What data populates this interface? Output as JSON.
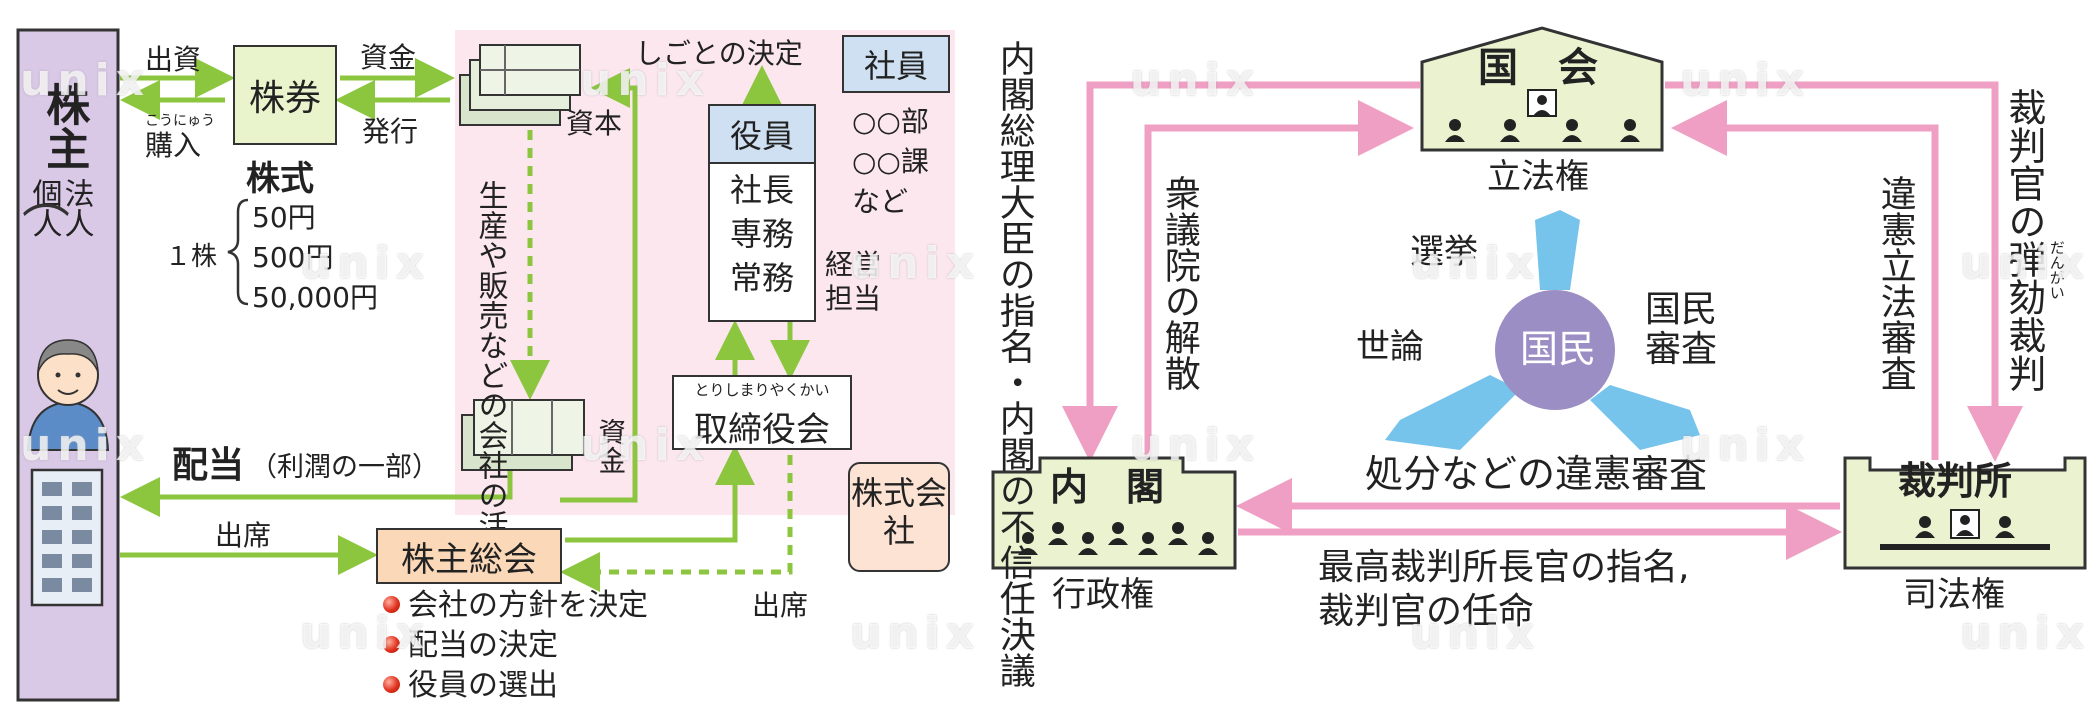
{
  "colors": {
    "green": "#8cc63f",
    "pink": "#ef9fc3",
    "pinkbg": "#fce7ef",
    "purple": "#d9c8e6",
    "lightgreen": "#e9f3cc",
    "blue": "#cfe0f2",
    "orange": "#fbd9b8",
    "peach": "#fde3d3",
    "blueTri": "#76c3ec",
    "violet": "#9b8ec4"
  },
  "left": {
    "shareholder_main": "株主",
    "shareholder_sub1": "法人",
    "shareholder_sub2": "個人",
    "invest": "出資",
    "purchase_ruby": "こうにゅう",
    "purchase": "購入",
    "stock_certificate": "株券",
    "funds_top": "資金",
    "issue": "発行",
    "shares_title": "株式",
    "per_share": "１株",
    "prices": [
      "50円",
      "500円",
      "50,000円"
    ],
    "capital": "資本",
    "activity": "生産や販売などの会社の活動",
    "work_decision": "しごとの決定",
    "employee": "社員",
    "departments": [
      "○○部",
      "○○課",
      "など"
    ],
    "officers": "役員",
    "officer_titles": [
      "社長",
      "専務",
      "常務"
    ],
    "mgmt_duty": "経営担当",
    "board_ruby": "とりしまりやくかい",
    "board": "取締役会",
    "funds_bottom": "資金",
    "dividend": "配当",
    "dividend_note": "（利潤の一部）",
    "attend_left": "出席",
    "general_meeting": "株主総会",
    "meeting_items": [
      "会社の方針を決定",
      "配当の決定",
      "役員の選出"
    ],
    "attend_right": "出席",
    "company": "株式会社"
  },
  "right": {
    "diet": "国　会",
    "legislative": "立法権",
    "cabinet": "内　閣",
    "executive": "行政権",
    "court": "裁判所",
    "judicial": "司法権",
    "nomination_pm": "内閣総理大臣の指名・内閣の不信任決議",
    "dissolution": "衆議院の解散",
    "unconstitutional_law": "違憲立法審査",
    "impeach_ruby": "だんがい",
    "impeachment": "裁判官の弾劾裁判",
    "people": "国民",
    "election": "選挙",
    "public_opinion": "世論",
    "review": "国民審査",
    "disposition": "処分などの違憲審査",
    "chief_justice_1": "最高裁判所長官の指名,",
    "chief_justice_2": "裁判官の任命"
  },
  "watermark": "unix"
}
